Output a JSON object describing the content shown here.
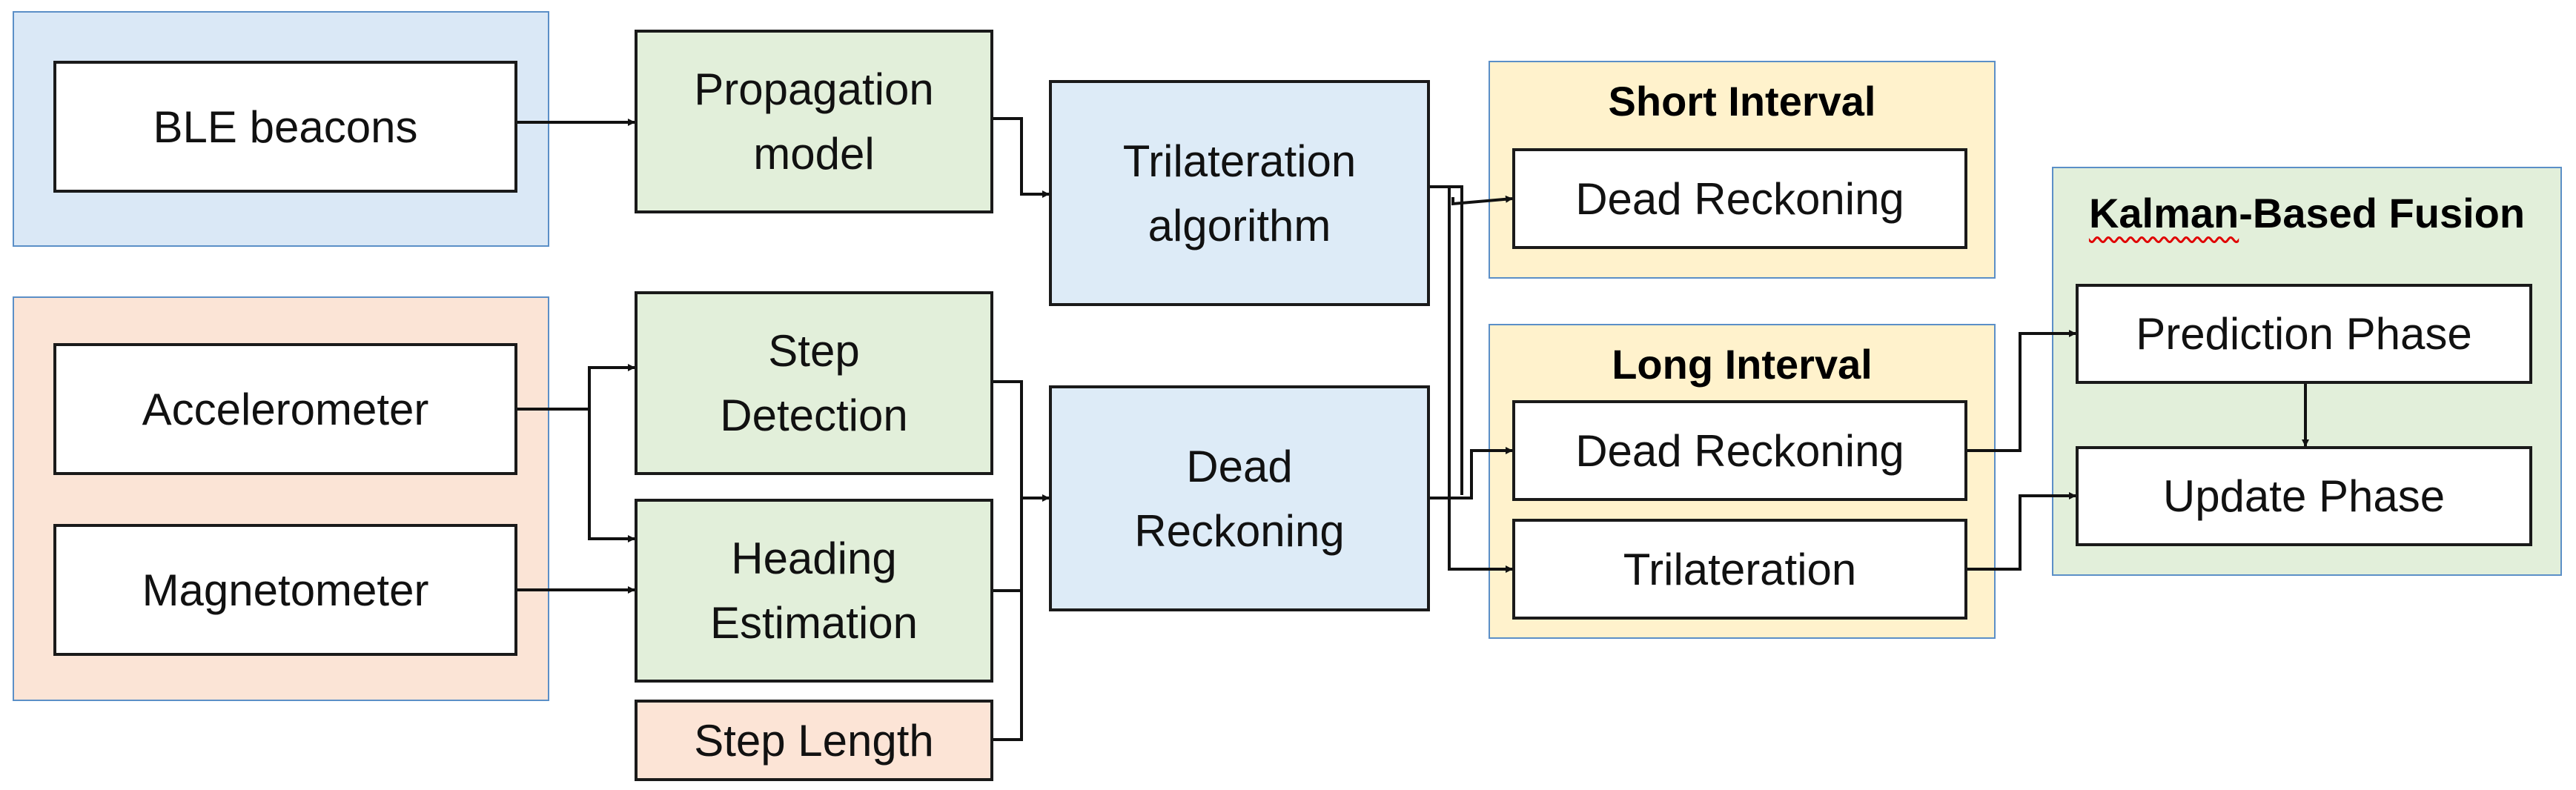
{
  "sensors": {
    "ble": "BLE beacons",
    "accelerometer": "Accelerometer",
    "magnetometer": "Magnetometer"
  },
  "processing": {
    "propagation_model": [
      "Propagation",
      "model"
    ],
    "step_detection": [
      "Step",
      "Detection"
    ],
    "heading_estimation": [
      "Heading",
      "Estimation"
    ],
    "step_length": "Step Length"
  },
  "estimation": {
    "trilateration_algorithm": [
      "Trilateration",
      "algorithm"
    ],
    "dead_reckoning": [
      "Dead",
      "Reckoning"
    ]
  },
  "short_interval": {
    "title": "Short Interval",
    "dead_reckoning": "Dead Reckoning"
  },
  "long_interval": {
    "title": "Long Interval",
    "dead_reckoning": "Dead Reckoning",
    "trilateration": "Trilateration"
  },
  "fusion": {
    "title_underlined": "Kalman",
    "title_rest": "-Based Fusion",
    "prediction": "Prediction Phase",
    "update": "Update Phase"
  },
  "colors": {
    "blue_group": "#dae8f6",
    "peach_group": "#fbe4d6",
    "green_box": "#e2efda",
    "blue_box": "#ddebf7",
    "yellow_group": "#fff2cc",
    "border": "#5b8fc7"
  }
}
